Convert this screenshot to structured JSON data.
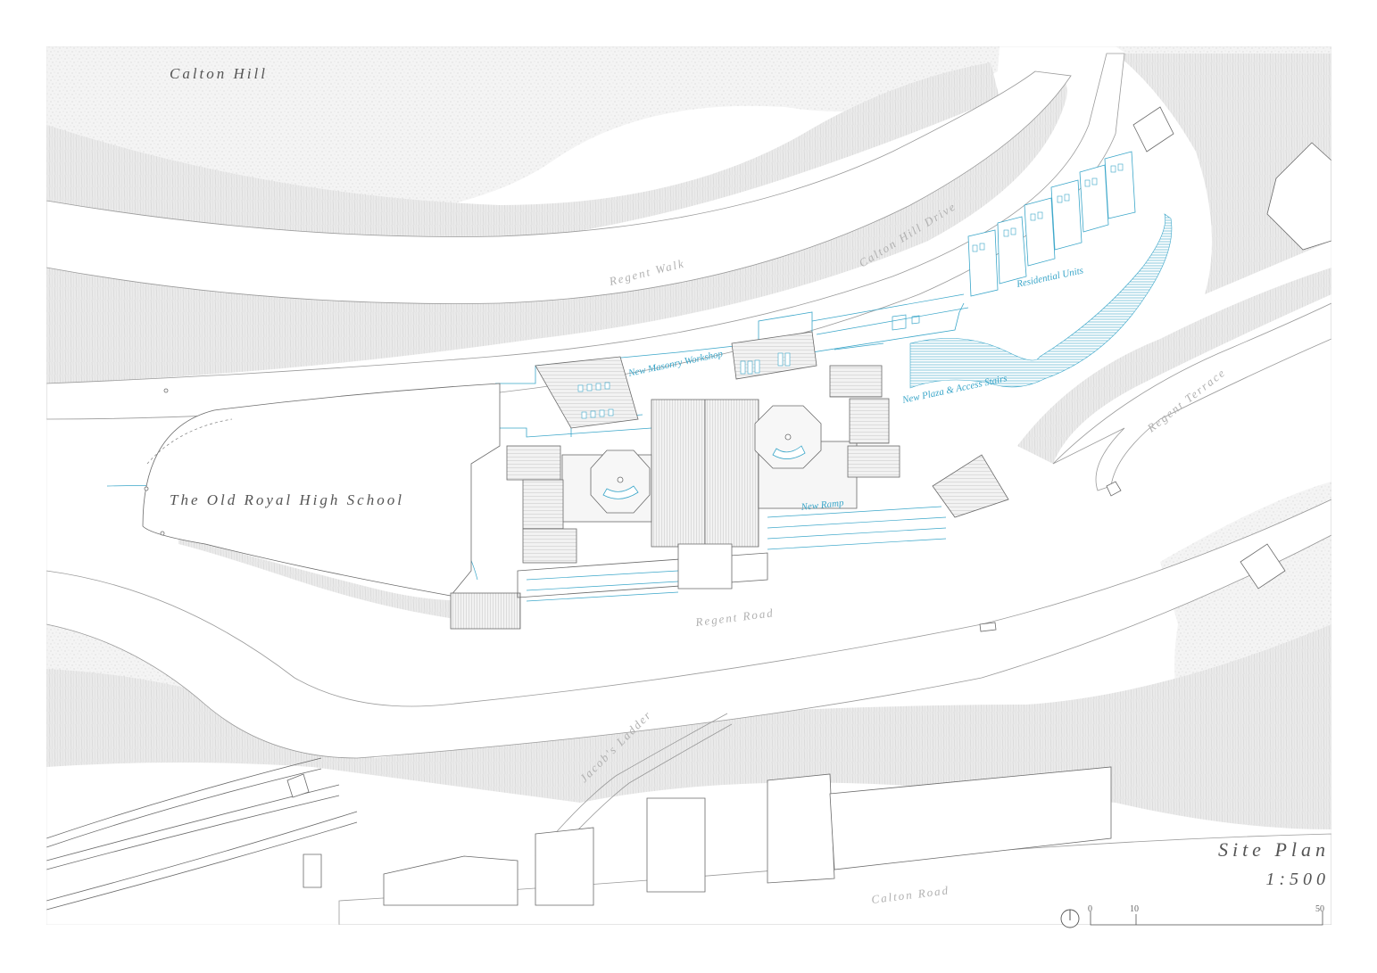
{
  "map": {
    "place_labels": {
      "calton_hill": "Calton Hill",
      "old_royal_high_school": "The Old Royal High School"
    },
    "road_labels": {
      "regent_walk": "Regent Walk",
      "calton_hill_drive": "Calton Hill Drive",
      "regent_terrace": "Regent Terrace",
      "regent_road": "Regent Road",
      "jacobs_ladder": "Jacob's Ladder",
      "calton_road": "Calton Road"
    },
    "new_labels": {
      "masonry_workshop": "New Masonry Workshop",
      "residential_units": "Residential Units",
      "plaza_access_stairs": "New Plaza & Access Stairs",
      "ramp": "New Ramp"
    },
    "title": "Site Plan",
    "scale": "1:500",
    "scale_bar": {
      "ticks": [
        "0",
        "10",
        "50"
      ]
    },
    "icons": {
      "north": "north-arrow-icon"
    },
    "colors": {
      "background": "#ffffff",
      "landscape": "#e6e6e6",
      "linework": "#7a7a7a",
      "new_intervention": "#3aa6c9",
      "text": "#555555"
    }
  }
}
